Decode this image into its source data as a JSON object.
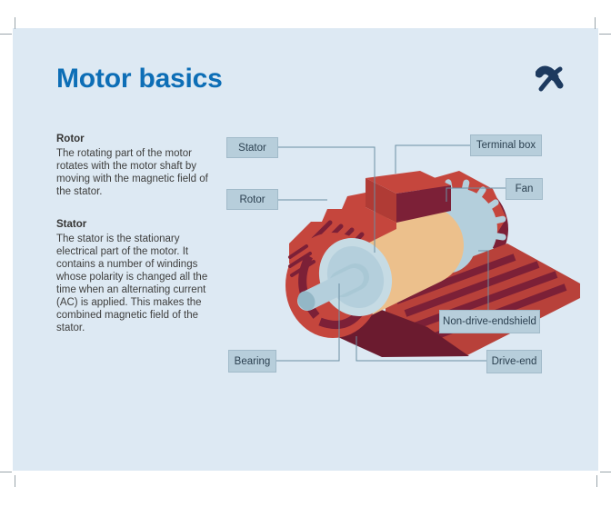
{
  "title": "Motor basics",
  "logo": {
    "icon": "x-swoosh-logo",
    "color": "#1d3a5f"
  },
  "colors": {
    "card_background": "#dde9f3",
    "title_blue": "#0d6eb6",
    "label_fill": "#b7cedb",
    "label_text": "#2b4050",
    "leader_line": "#6b8fa3",
    "motor_red": "#c5463d",
    "motor_red_mid": "#b03b35",
    "motor_maroon": "#7c2037",
    "motor_dark_maroon": "#6b1b2f",
    "motor_brown": "#b57b51",
    "rotor_tan": "#ecc08c",
    "light_blue": "#b4cfdc",
    "pale_blue": "#c6dbe4",
    "blue_shade": "#93b7c6"
  },
  "sections": [
    {
      "heading": "Rotor",
      "body": "The rotating part of the motor rotates with the motor shaft by moving with the magnetic field of the stator."
    },
    {
      "heading": "Stator",
      "body": "The stator is the stationary electrical part of the motor. It contains a number of windings whose polarity is changed all the time when an alternating current (AC) is applied. This makes the combined magnetic field of the stator."
    }
  ],
  "labels": [
    {
      "id": "stator",
      "text": "Stator"
    },
    {
      "id": "rotor",
      "text": "Rotor"
    },
    {
      "id": "terminal-box",
      "text": "Terminal box"
    },
    {
      "id": "fan",
      "text": "Fan"
    },
    {
      "id": "non-drive-endshield",
      "text": "Non-drive-endshield"
    },
    {
      "id": "bearing",
      "text": "Bearing"
    },
    {
      "id": "drive-end",
      "text": "Drive-end"
    }
  ],
  "diagram": {
    "type": "isometric cutaway illustration of an electric motor",
    "parts_labeled": [
      "Stator",
      "Rotor",
      "Terminal box",
      "Fan",
      "Non-drive-endshield",
      "Bearing",
      "Drive-end"
    ]
  }
}
